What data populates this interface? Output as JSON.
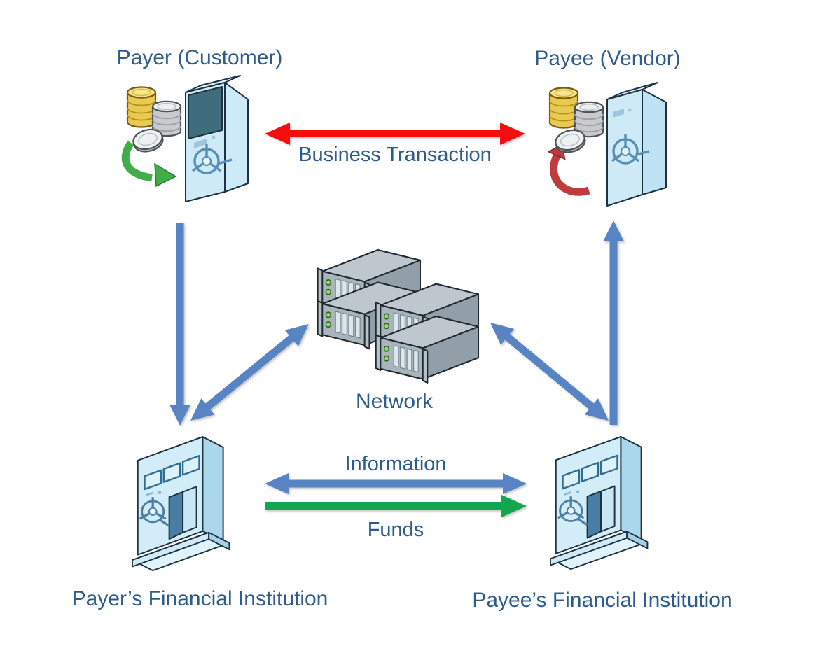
{
  "nodes": {
    "payer": {
      "label": "Payer (Customer)",
      "icon": "coins-vault-open-icon"
    },
    "payee": {
      "label": "Payee (Vendor)",
      "icon": "coins-vault-closed-icon"
    },
    "network": {
      "label": "Network",
      "icon": "server-rack-icon"
    },
    "payer_fi": {
      "label": "Payer’s Financial Institution",
      "icon": "vault-building-icon"
    },
    "payee_fi": {
      "label": "Payee’s Financial Institution",
      "icon": "vault-building-icon"
    }
  },
  "edges": {
    "business_transaction": {
      "label": "Business Transaction",
      "from": "payer",
      "to": "payee",
      "direction": "bidirectional",
      "color": "#f70d0d"
    },
    "payer_to_payer_fi": {
      "from": "payer",
      "to": "payer_fi",
      "direction": "down",
      "color": "#5884c3"
    },
    "payer_fi_network": {
      "from": "payer_fi",
      "to": "network",
      "direction": "bidirectional",
      "color": "#5884c3"
    },
    "network_payee_fi": {
      "from": "network",
      "to": "payee_fi",
      "direction": "bidirectional",
      "color": "#5884c3"
    },
    "payee_fi_to_payee": {
      "from": "payee_fi",
      "to": "payee",
      "direction": "up",
      "color": "#5884c3"
    },
    "information": {
      "label": "Information",
      "from": "payer_fi",
      "to": "payee_fi",
      "direction": "bidirectional",
      "color": "#5884c3"
    },
    "funds": {
      "label": "Funds",
      "from": "payer_fi",
      "to": "payee_fi",
      "direction": "right",
      "color": "#12a651"
    }
  },
  "colors": {
    "label_text": "#2c5c8e",
    "background": "#ffffff",
    "arrow_blue": "#5884c3",
    "arrow_red": "#f70d0d",
    "arrow_green": "#12a651"
  }
}
